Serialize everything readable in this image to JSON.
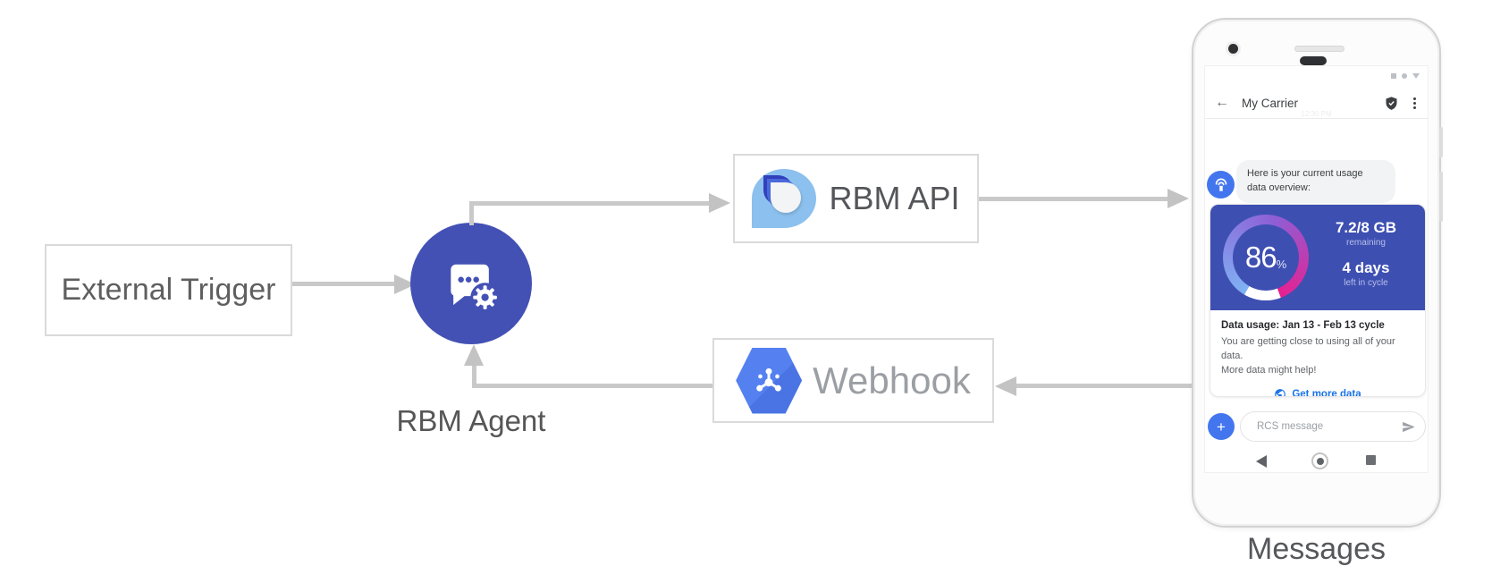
{
  "diagram": {
    "external_trigger": "External Trigger",
    "rbm_agent": "RBM Agent",
    "rbm_api": "RBM API",
    "webhook": "Webhook",
    "messages_caption": "Messages"
  },
  "phone": {
    "header": {
      "title": "My Carrier",
      "timestamp": "12:30 PM"
    },
    "bubble": {
      "line1": "Here is your current usage",
      "line2": "data overview:"
    },
    "card": {
      "percent": 86,
      "percent_label": "86",
      "percent_sign": "%",
      "usage_value": "7.2/8 GB",
      "usage_caption": "remaining",
      "days_value": "4 days",
      "days_caption": "left in cycle",
      "title": "Data usage: Jan 13 - Feb 13 cycle",
      "line1": "You are getting close to using all of your data.",
      "line2": "More data might help!",
      "action_label": "Get more data"
    },
    "compose": {
      "placeholder": "RCS message",
      "plus_label": "+"
    }
  },
  "colors": {
    "agent_indigo": "#4351b5",
    "card_indigo": "#3e4fb2",
    "bright_blue": "#4376ee",
    "link_blue": "#1a73e8",
    "arrow_gray": "#c9c9c9",
    "gauge_start": "#7fb3f4",
    "gauge_mid": "#8e5fd6",
    "gauge_end": "#e62090",
    "gauge_rest": "#ffffff"
  }
}
